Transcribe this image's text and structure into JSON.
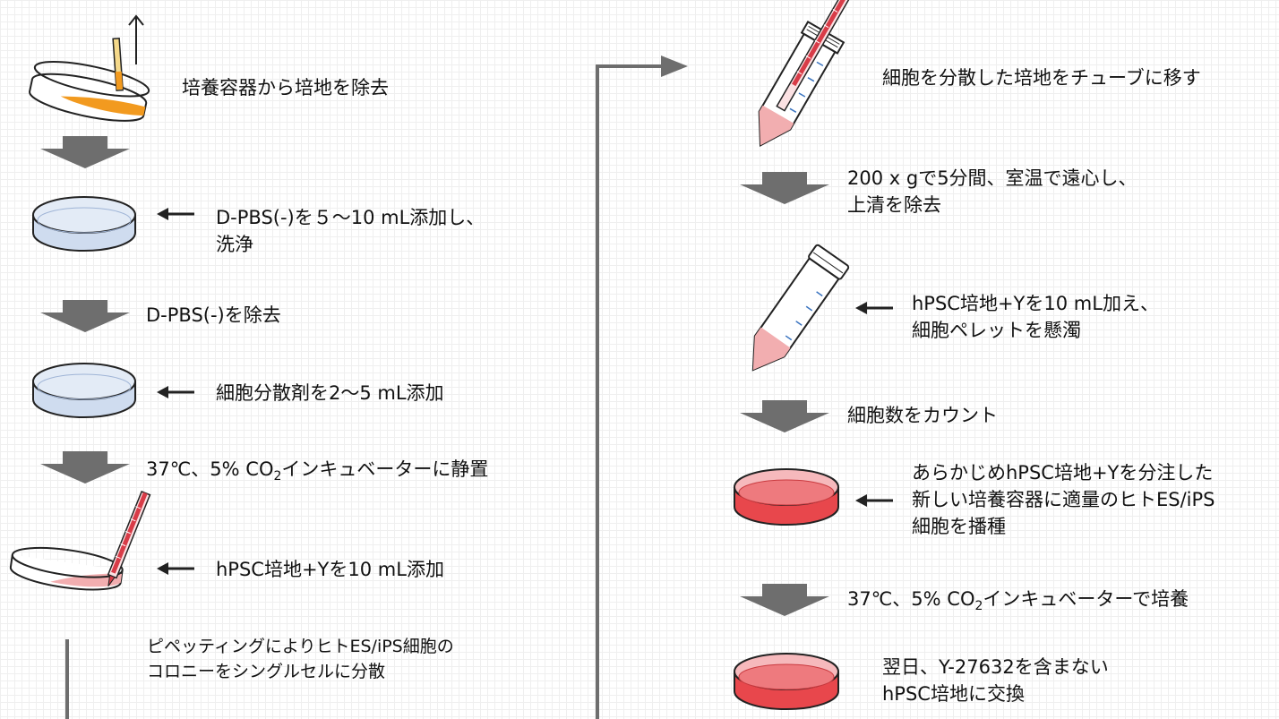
{
  "steps_left": [
    {
      "id": "remove-medium",
      "lines": [
        "培養容器から培地を除去"
      ]
    },
    {
      "id": "dpbs-wash",
      "lines": [
        "D-PBS(-)を５～10 mL添加し、",
        "洗浄"
      ]
    },
    {
      "id": "dpbs-remove",
      "lines": [
        "D-PBS(-)を除去"
      ]
    },
    {
      "id": "dissociation",
      "lines": [
        "細胞分散剤を2～5 mL添加"
      ]
    },
    {
      "id": "incubate",
      "pre": "37℃、5% CO",
      "sub": "2",
      "post": "インキュベーターに静置"
    },
    {
      "id": "add-hpsc",
      "lines": [
        "hPSC培地+Yを10 mL添加"
      ]
    },
    {
      "id": "pipetting",
      "lines": [
        "ピペッティングによりヒトES/iPS細胞の",
        "コロニーをシングルセルに分散"
      ]
    }
  ],
  "steps_right": [
    {
      "id": "transfer",
      "lines": [
        "細胞を分散した培地をチューブに移す"
      ]
    },
    {
      "id": "centrifuge",
      "lines": [
        "200 x gで5分間、室温で遠心し、",
        "上清を除去"
      ]
    },
    {
      "id": "resuspend",
      "lines": [
        "hPSC培地+Yを10 mL加え、",
        "細胞ペレットを懸濁"
      ]
    },
    {
      "id": "count",
      "lines": [
        "細胞数をカウント"
      ]
    },
    {
      "id": "seed",
      "lines": [
        "あらかじめhPSC培地+Yを分注した",
        "新しい培養容器に適量のヒトES/iPS",
        "細胞を播種"
      ]
    },
    {
      "id": "culture",
      "pre": "37℃、5% CO",
      "sub": "2",
      "post": "インキュベーターで培養"
    },
    {
      "id": "exchange",
      "lines": [
        "翌日、Y-27632を含まない",
        "hPSC培地に交換"
      ]
    }
  ],
  "colors": {
    "flow_arrow": "#6e6e6e",
    "dish_blue": "#cfdcef",
    "dish_red": "#e8474c",
    "medium_orange": "#f29a1f",
    "medium_pink": "#f2aeb0",
    "pipette_red": "#d83c48",
    "connector": "#6e6e6e"
  },
  "icons": [
    "culture-dish-icon",
    "tilted-dish-icon",
    "pipette-icon",
    "conical-tube-icon",
    "left-arrow-icon",
    "down-flow-arrow-icon"
  ]
}
